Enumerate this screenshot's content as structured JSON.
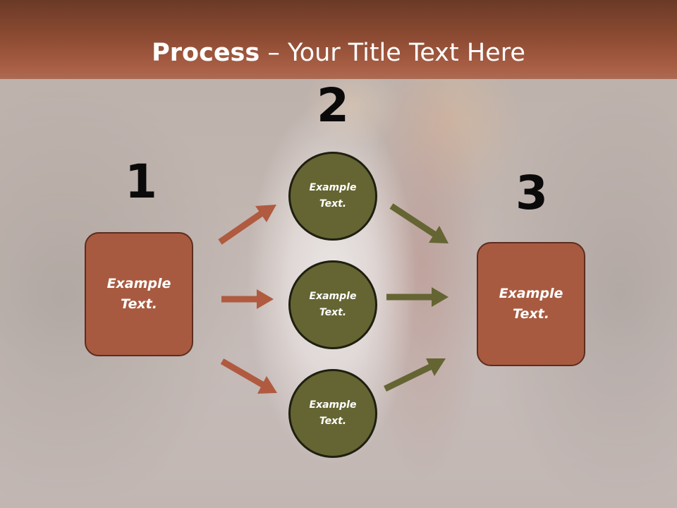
{
  "title": {
    "bold": "Process",
    "rest": " – Your Title Text Here"
  },
  "steps": [
    {
      "number": "1",
      "text_line1": "Example",
      "text_line2": "Text."
    },
    {
      "number": "2",
      "text_line1": "Example",
      "text_line2": "Text."
    },
    {
      "number": "3",
      "text_line1": "Example",
      "text_line2": "Text."
    }
  ],
  "circles": [
    {
      "text_line1": "Example",
      "text_line2": "Text."
    },
    {
      "text_line1": "Example",
      "text_line2": "Text."
    },
    {
      "text_line1": "Example",
      "text_line2": "Text."
    }
  ],
  "colors": {
    "header": "#8b4a32",
    "box_fill": "#a85a40",
    "circle_fill": "#656533",
    "arrow_left": "#b05a40",
    "arrow_right": "#656533"
  }
}
